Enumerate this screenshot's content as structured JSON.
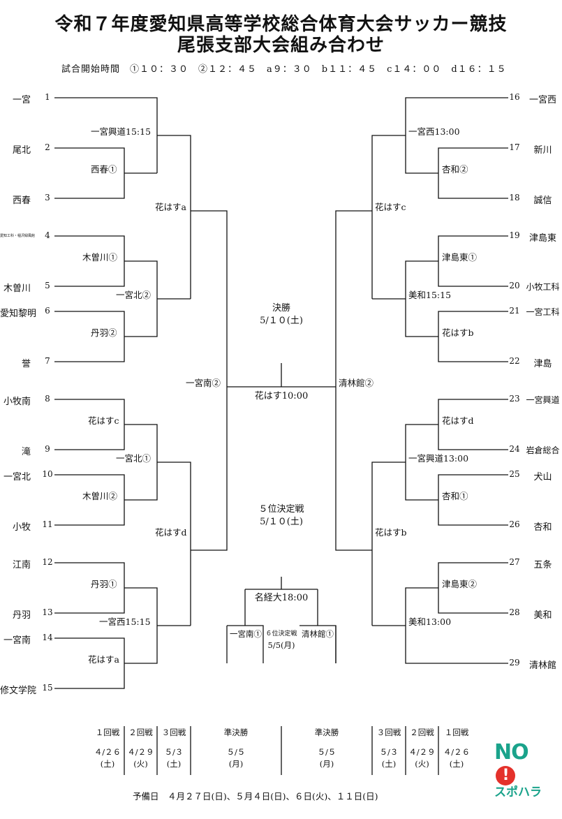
{
  "title_line1": "令和７年度愛知県高等学校総合体育大会サッカー競技",
  "title_line2": "尾張支部大会組み合わせ",
  "times": "試合開始時間　①１０：３０　②１２：４５　a９：３０　b１１：４５　c１４：００　d１６：１５",
  "left_teams": [
    {
      "name": "一宮",
      "num": "1"
    },
    {
      "name": "尾北",
      "num": "2"
    },
    {
      "name": "西春",
      "num": "3"
    },
    {
      "name": "愛知工科・稲沢緑風館",
      "num": "4"
    },
    {
      "name": "木曽川",
      "num": "5"
    },
    {
      "name": "愛知黎明",
      "num": "6"
    },
    {
      "name": "誉",
      "num": "7"
    },
    {
      "name": "小牧南",
      "num": "8"
    },
    {
      "name": "滝",
      "num": "9"
    },
    {
      "name": "一宮北",
      "num": "10"
    },
    {
      "name": "小牧",
      "num": "11"
    },
    {
      "name": "江南",
      "num": "12"
    },
    {
      "name": "丹羽",
      "num": "13"
    },
    {
      "name": "一宮南",
      "num": "14"
    },
    {
      "name": "修文学院",
      "num": "15"
    }
  ],
  "right_teams": [
    {
      "name": "一宮西",
      "num": "16"
    },
    {
      "name": "新川",
      "num": "17"
    },
    {
      "name": "誠信",
      "num": "18"
    },
    {
      "name": "津島東",
      "num": "19"
    },
    {
      "name": "小牧工科",
      "num": "20"
    },
    {
      "name": "一宮工科",
      "num": "21"
    },
    {
      "name": "津島",
      "num": "22"
    },
    {
      "name": "一宮興道",
      "num": "23"
    },
    {
      "name": "岩倉総合",
      "num": "24"
    },
    {
      "name": "犬山",
      "num": "25"
    },
    {
      "name": "杏和",
      "num": "26"
    },
    {
      "name": "五条",
      "num": "27"
    },
    {
      "name": "美和",
      "num": "28"
    },
    {
      "name": "清林館",
      "num": "29"
    }
  ],
  "left_results": {
    "r1_a": "西春①",
    "r1_b": "木曽川①",
    "r1_c": "丹羽②",
    "r1_d": "花はすc",
    "r1_e": "木曽川②",
    "r1_f": "丹羽①",
    "r1_g": "花はすa",
    "r2_a": "一宮興道15:15",
    "r2_b": "一宮北②",
    "r2_c": "一宮北①",
    "r2_d": "一宮西15:15",
    "r3_a": "花はすa",
    "r3_b": "花はすd",
    "semi": "一宮南②"
  },
  "right_results": {
    "r1_a": "杏和②",
    "r1_b": "津島東①",
    "r1_c": "花はすb",
    "r1_d": "花はすd",
    "r1_e": "杏和①",
    "r1_f": "津島東②",
    "r2_a": "一宮西13:00",
    "r2_b": "美和15:15",
    "r2_c": "一宮興道13:00",
    "r2_d": "美和13:00",
    "r3_a": "花はすc",
    "r3_b": "花はすb",
    "semi": "清林館②"
  },
  "final": {
    "label": "決勝",
    "date": "5/１０(土)",
    "venue": "花はす10:00"
  },
  "fifth": {
    "label": "５位決定戦",
    "date": "5/１０(土)",
    "venue": "名経大18:00",
    "sixth_left": "一宮南①",
    "sixth_label": "６位決定戦",
    "sixth_date": "5/5(月)",
    "sixth_right": "清林館①"
  },
  "schedule": [
    {
      "round": "１回戦",
      "date": "４/２６",
      "day": "(土)"
    },
    {
      "round": "２回戦",
      "date": "４/２９",
      "day": "(火)"
    },
    {
      "round": "３回戦",
      "date": "５/３",
      "day": "(土)"
    },
    {
      "round": "準決勝",
      "date": "５/５",
      "day": "(月)"
    },
    {
      "round": "準決勝",
      "date": "５/５",
      "day": "(月)"
    },
    {
      "round": "３回戦",
      "date": "５/３",
      "day": "(土)"
    },
    {
      "round": "２回戦",
      "date": "４/２９",
      "day": "(火)"
    },
    {
      "round": "１回戦",
      "date": "４/２６",
      "day": "(土)"
    }
  ],
  "reserve": "予備日　４月２７日(日)、５月４日(日)、６日(火)、１１日(日)",
  "logo": {
    "top": "NO",
    "bang": "!",
    "bottom": "スポハラ"
  },
  "colors": {
    "logo_green": "#1aa38b",
    "logo_red": "#e4312b"
  }
}
